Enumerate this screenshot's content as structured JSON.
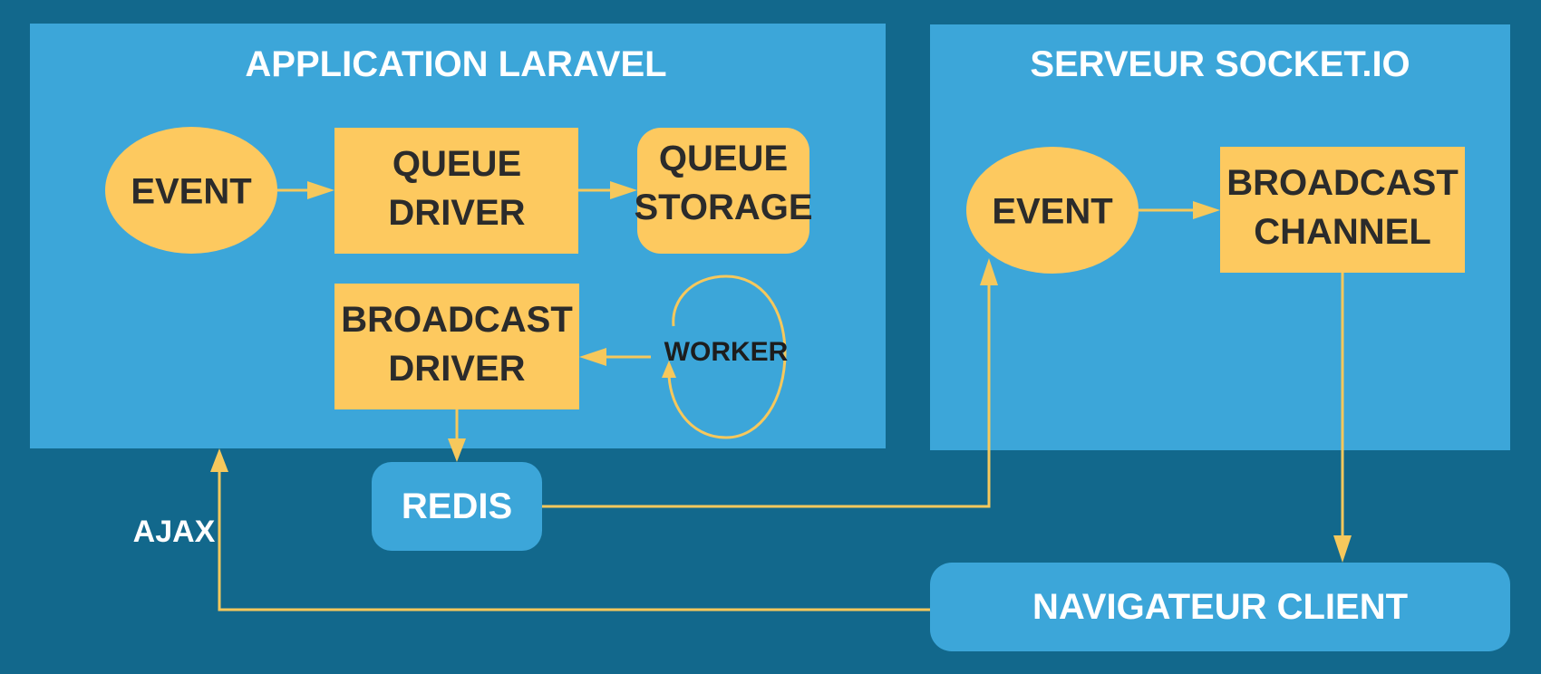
{
  "diagram": {
    "laravel": {
      "title": "APPLICATION LARAVEL",
      "event": "EVENT",
      "queue_driver": [
        "QUEUE",
        "DRIVER"
      ],
      "queue_storage": [
        "QUEUE",
        "STORAGE"
      ],
      "broadcast_driver": [
        "BROADCAST",
        "DRIVER"
      ],
      "worker": "WORKER"
    },
    "socketio": {
      "title": "SERVEUR SOCKET.IO",
      "event": "EVENT",
      "broadcast_channel": [
        "BROADCAST",
        "CHANNEL"
      ]
    },
    "redis": "REDIS",
    "client": "NAVIGATEUR CLIENT",
    "ajax": "AJAX"
  },
  "colors": {
    "background": "#12688c",
    "panel": "#3ca6d9",
    "node": "#fdc95f",
    "arrow": "#f6c85c"
  }
}
